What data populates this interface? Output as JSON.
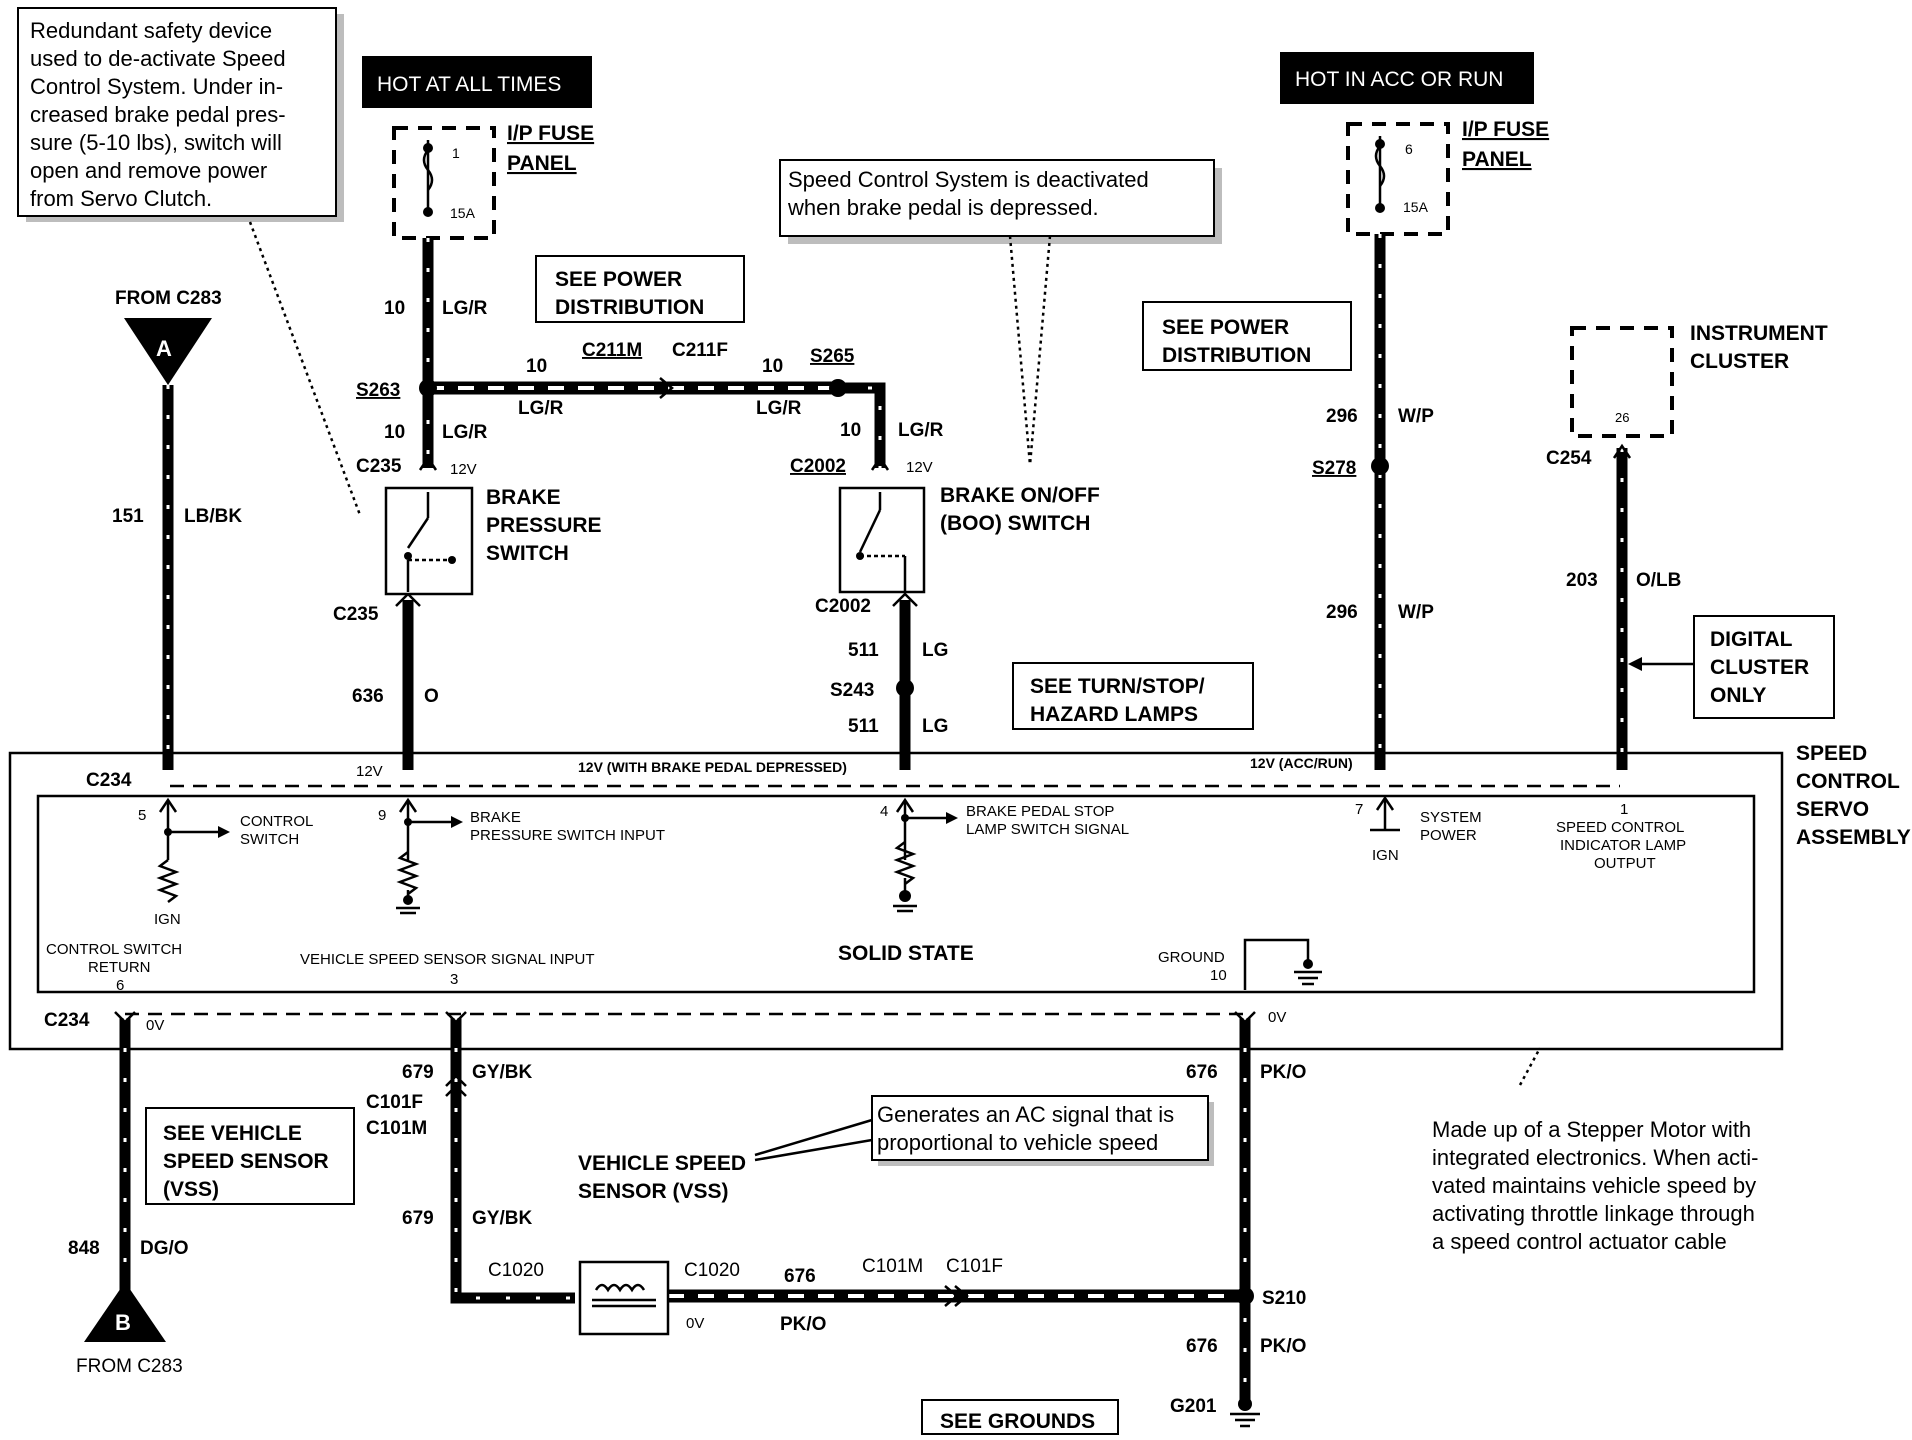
{
  "notes": {
    "safety_device": [
      "Redundant safety device",
      "used to de-activate Speed",
      "Control System. Under in-",
      "creased brake pedal pres-",
      "sure (5-10 lbs), switch will",
      "open and remove power",
      "from Servo Clutch."
    ],
    "speed_control_deactivated": [
      "Speed Control System is deactivated",
      "when brake pedal is depressed."
    ],
    "vss_signal": [
      "Generates an AC signal that is",
      "proportional to vehicle speed"
    ],
    "stepper_motor": [
      "Made up of a Stepper Motor with",
      "integrated electronics. When acti-",
      "vated maintains vehicle speed by",
      "activating throttle linkage through",
      "a speed control actuator cable"
    ]
  },
  "headers": {
    "hot_at_all_times": "HOT AT ALL TIMES",
    "hot_in_acc_or_run": "HOT IN ACC OR RUN"
  },
  "fuses": {
    "left": {
      "label_1": "I/P FUSE",
      "label_2": "PANEL",
      "number": "1",
      "rating": "15A"
    },
    "right": {
      "label_1": "I/P FUSE",
      "label_2": "PANEL",
      "number": "6",
      "rating": "15A"
    }
  },
  "refs": {
    "see_power_dist_1": [
      "SEE POWER",
      "DISTRIBUTION"
    ],
    "see_power_dist_2": [
      "SEE POWER",
      "DISTRIBUTION"
    ],
    "see_turn_stop": [
      "SEE TURN/STOP/",
      "HAZARD LAMPS"
    ],
    "see_vss": [
      "SEE VEHICLE",
      "SPEED SENSOR",
      "(VSS)"
    ],
    "see_grounds": "SEE GROUNDS",
    "digital_cluster": [
      "DIGITAL",
      "CLUSTER",
      "ONLY"
    ]
  },
  "components": {
    "from_c283_a": "FROM C283",
    "marker_a": "A",
    "from_c283_b": "FROM C283",
    "marker_b": "B",
    "brake_pressure_switch": [
      "BRAKE",
      "PRESSURE",
      "SWITCH"
    ],
    "boo_switch": [
      "BRAKE ON/OFF",
      "(BOO) SWITCH"
    ],
    "instrument_cluster": [
      "INSTRUMENT",
      "CLUSTER"
    ],
    "instrument_cluster_pin": "26",
    "servo_assembly": [
      "SPEED",
      "CONTROL",
      "SERVO",
      "ASSEMBLY"
    ],
    "vss": [
      "VEHICLE SPEED",
      "SENSOR (VSS)"
    ],
    "solid_state": "SOLID STATE"
  },
  "wires": {
    "w10a": "10",
    "lgr_a": "LG/R",
    "w10b": "10",
    "lgr_b": "LG/R",
    "w10c": "10",
    "lgr_c": "LG/R",
    "w10d": "10",
    "lgr_d": "LG/R",
    "w10e": "10",
    "lgr_e": "LG/R",
    "w151": "151",
    "lbbk": "LB/BK",
    "w636": "636",
    "o": "O",
    "w511a": "511",
    "lga": "LG",
    "w511b": "511",
    "lgb": "LG",
    "w296a": "296",
    "wpa": "W/P",
    "w296b": "296",
    "wpb": "W/P",
    "w203": "203",
    "olb": "O/LB",
    "w679a": "679",
    "gybka": "GY/BK",
    "w679b": "679",
    "gybkb": "GY/BK",
    "w676a": "676",
    "pkoa": "PK/O",
    "w676b": "676",
    "pkob": "PK/O",
    "w676c": "676",
    "pkoc": "PK/O",
    "w848": "848",
    "dgo": "DG/O"
  },
  "connectors": {
    "s263": "S263",
    "c211m": "C211M",
    "c211f": "C211F",
    "s265": "S265",
    "c235_top": "C235",
    "c235_bot": "C235",
    "c2002_top": "C2002",
    "c2002_bot": "C2002",
    "s243": "S243",
    "s278": "S278",
    "c254": "C254",
    "c234_top": "C234",
    "c234_bot": "C234",
    "c101f": "C101F",
    "c101m": "C101M",
    "c1020_left": "C1020",
    "c1020_right": "C1020",
    "c101m_b": "C101M",
    "c101f_b": "C101F",
    "s210": "S210",
    "g201": "G201"
  },
  "voltages": {
    "v12_c235": "12V",
    "v12_c2002": "12V",
    "v12_bus": "12V",
    "v12_brake": "12V (WITH BRAKE PEDAL DEPRESSED)",
    "v12_acc": "12V (ACC/RUN)",
    "v0_left": "0V",
    "v0_right": "0V",
    "v0_vss": "0V"
  },
  "pins": {
    "p5": "5",
    "control_switch": [
      "CONTROL",
      "SWITCH"
    ],
    "ign_a": "IGN",
    "p9": "9",
    "brake_pressure_input": [
      "BRAKE",
      "PRESSURE SWITCH INPUT"
    ],
    "p4": "4",
    "brake_pedal_stop": [
      "BRAKE PEDAL STOP",
      "LAMP SWITCH SIGNAL"
    ],
    "p7": "7",
    "system_power": [
      "SYSTEM",
      "POWER"
    ],
    "ign_b": "IGN",
    "p1": "1",
    "indicator_lamp": [
      "SPEED CONTROL",
      "INDICATOR LAMP",
      "OUTPUT"
    ],
    "control_switch_return": [
      "CONTROL SWITCH",
      "RETURN"
    ],
    "p6": "6",
    "vss_input": "VEHICLE SPEED SENSOR SIGNAL INPUT",
    "p3": "3",
    "ground": "GROUND",
    "p10": "10"
  }
}
